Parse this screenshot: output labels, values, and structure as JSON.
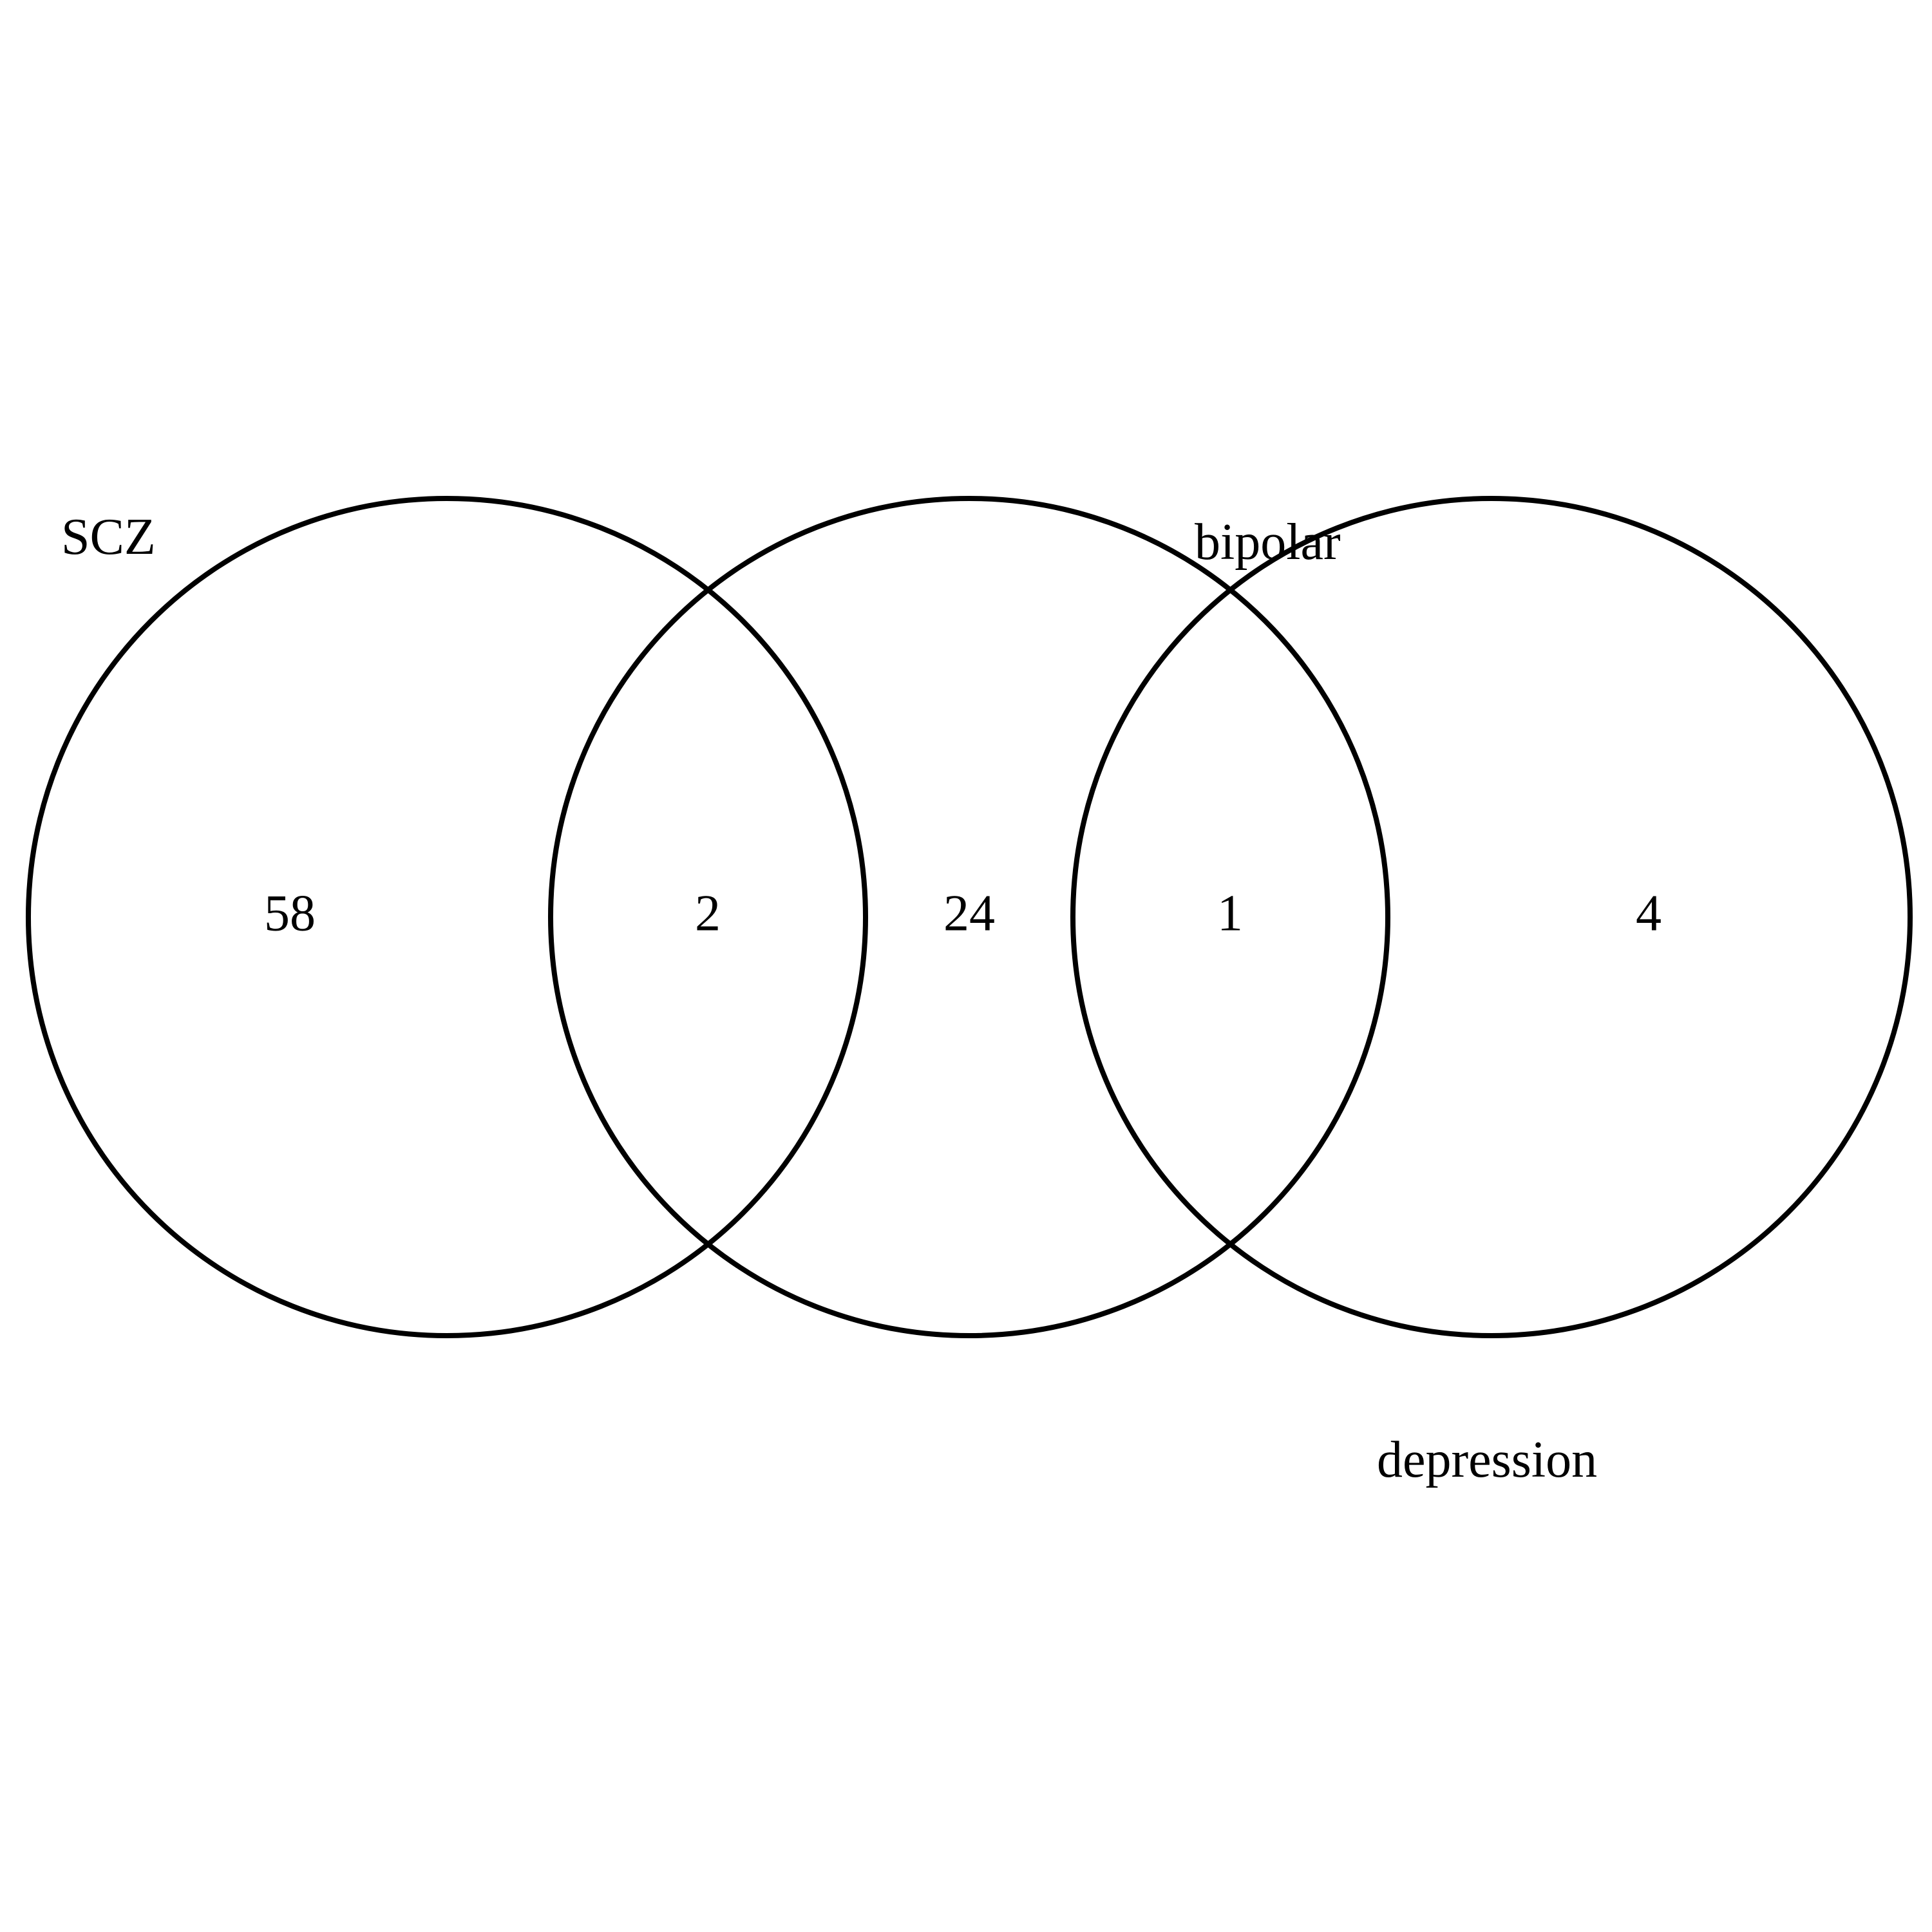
{
  "sets": [
    {
      "id": "scz",
      "label": "SCZ"
    },
    {
      "id": "bipolar",
      "label": "bipolar"
    },
    {
      "id": "depression",
      "label": "depression"
    }
  ],
  "regions": [
    {
      "id": "scz-only",
      "label": "58"
    },
    {
      "id": "scz-bipolar",
      "label": "2"
    },
    {
      "id": "bipolar-only",
      "label": "24"
    },
    {
      "id": "bipolar-depression",
      "label": "1"
    },
    {
      "id": "depression-only",
      "label": "4"
    }
  ],
  "colors": {
    "stroke": "#000000",
    "background": "#ffffff"
  }
}
